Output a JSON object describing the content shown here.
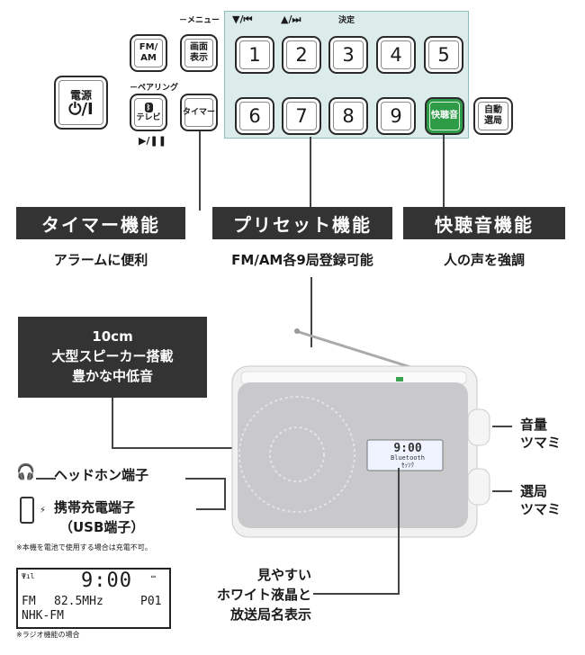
{
  "keys": {
    "fm_am": "FM/\nAM",
    "display": "画面\n表示",
    "menu_label": "－メニュー",
    "power": "電源",
    "power_symbol": "⏻/I",
    "pairing_label": "－ペアリング",
    "bt_tv": "テレビ",
    "timer": "タイマー",
    "play_pause_label": "▶/❚❚",
    "down_label": "▼/⏮",
    "up_label": "▲/⏭",
    "enter_label": "決定",
    "presets_row1": [
      "1",
      "2",
      "3",
      "4",
      "5"
    ],
    "presets_row2": [
      "6",
      "7",
      "8",
      "9"
    ],
    "clear_voice": "快聴音",
    "auto_tune": "自動\n選局"
  },
  "features": {
    "timer_title": "タイマー機能",
    "timer_sub": "アラームに便利",
    "preset_title": "プリセット機能",
    "preset_sub": "FM/AM各9局登録可能",
    "voice_title": "快聴音機能",
    "voice_sub": "人の声を強調"
  },
  "speaker": {
    "line1": "10cm",
    "line2": "大型スピーカー搭載",
    "line3": "豊かな中低音"
  },
  "callouts": {
    "volume": "音量\nツマミ",
    "tuning": "選局\nツマミ",
    "headphone": "ヘッドホン端子",
    "charge1": "携帯充電端子",
    "charge2": "（USB端子）",
    "battery_note": "※本機を電池で使用する場合は充電不可。",
    "lcd1": "見やすい",
    "lcd2": "ホワイト液晶と",
    "lcd3": "放送局名表示"
  },
  "device_display": {
    "time": "9:00",
    "line2": "Bluetooth",
    "line3": "ｾｯｿｸ"
  },
  "lcd": {
    "time": "9:00",
    "band": "FM",
    "freq": "82.5MHz",
    "preset": "P01",
    "station": "NHK-FM",
    "note": "※ラジオ機能の場合"
  }
}
